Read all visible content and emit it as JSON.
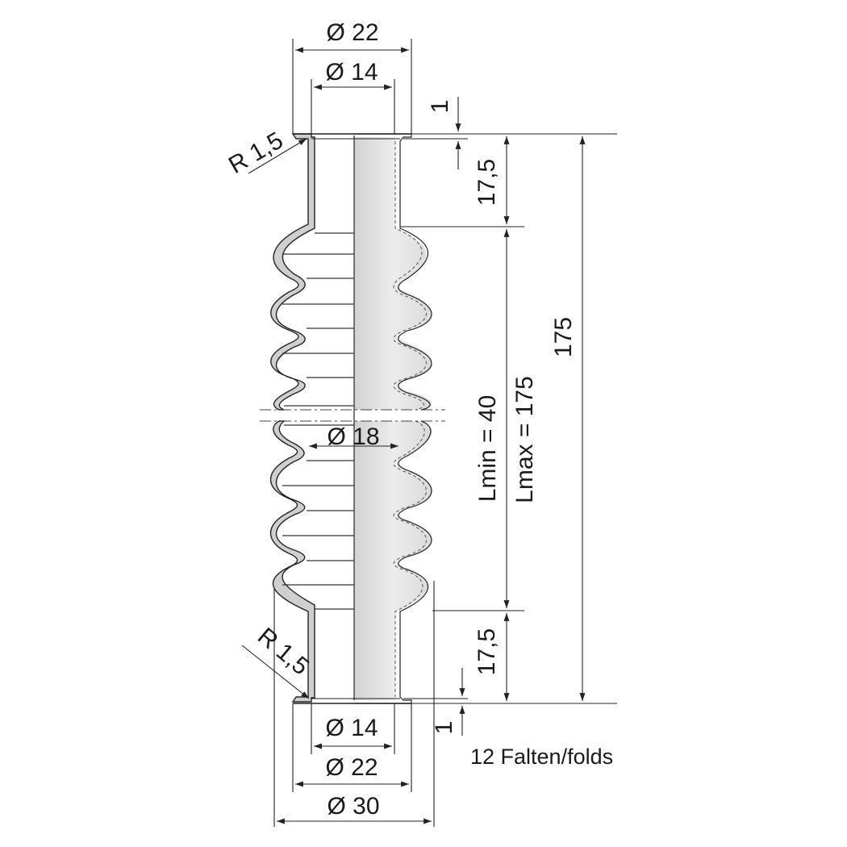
{
  "dimensions": {
    "top_outer_dia": "Ø 22",
    "top_inner_dia": "Ø 14",
    "top_flange_thickness": "1",
    "top_radius": "R 1,5",
    "top_collar_length": "17,5",
    "overall_length": "175",
    "mid_inner_dia": "Ø 18",
    "lmin": "Lmin = 40",
    "lmax": "Lmax = 175",
    "bottom_collar_length": "17,5",
    "bottom_radius": "R 1,5",
    "bottom_flange_thickness": "1",
    "bottom_inner_dia": "Ø 14",
    "bottom_outer_dia": "Ø 22",
    "fold_outer_dia": "Ø 30"
  },
  "notes": {
    "folds": "12 Falten/folds"
  },
  "colors": {
    "line": "#222222",
    "fill_section": "#cfcfcf",
    "fill_body": "#e6e6e6"
  }
}
